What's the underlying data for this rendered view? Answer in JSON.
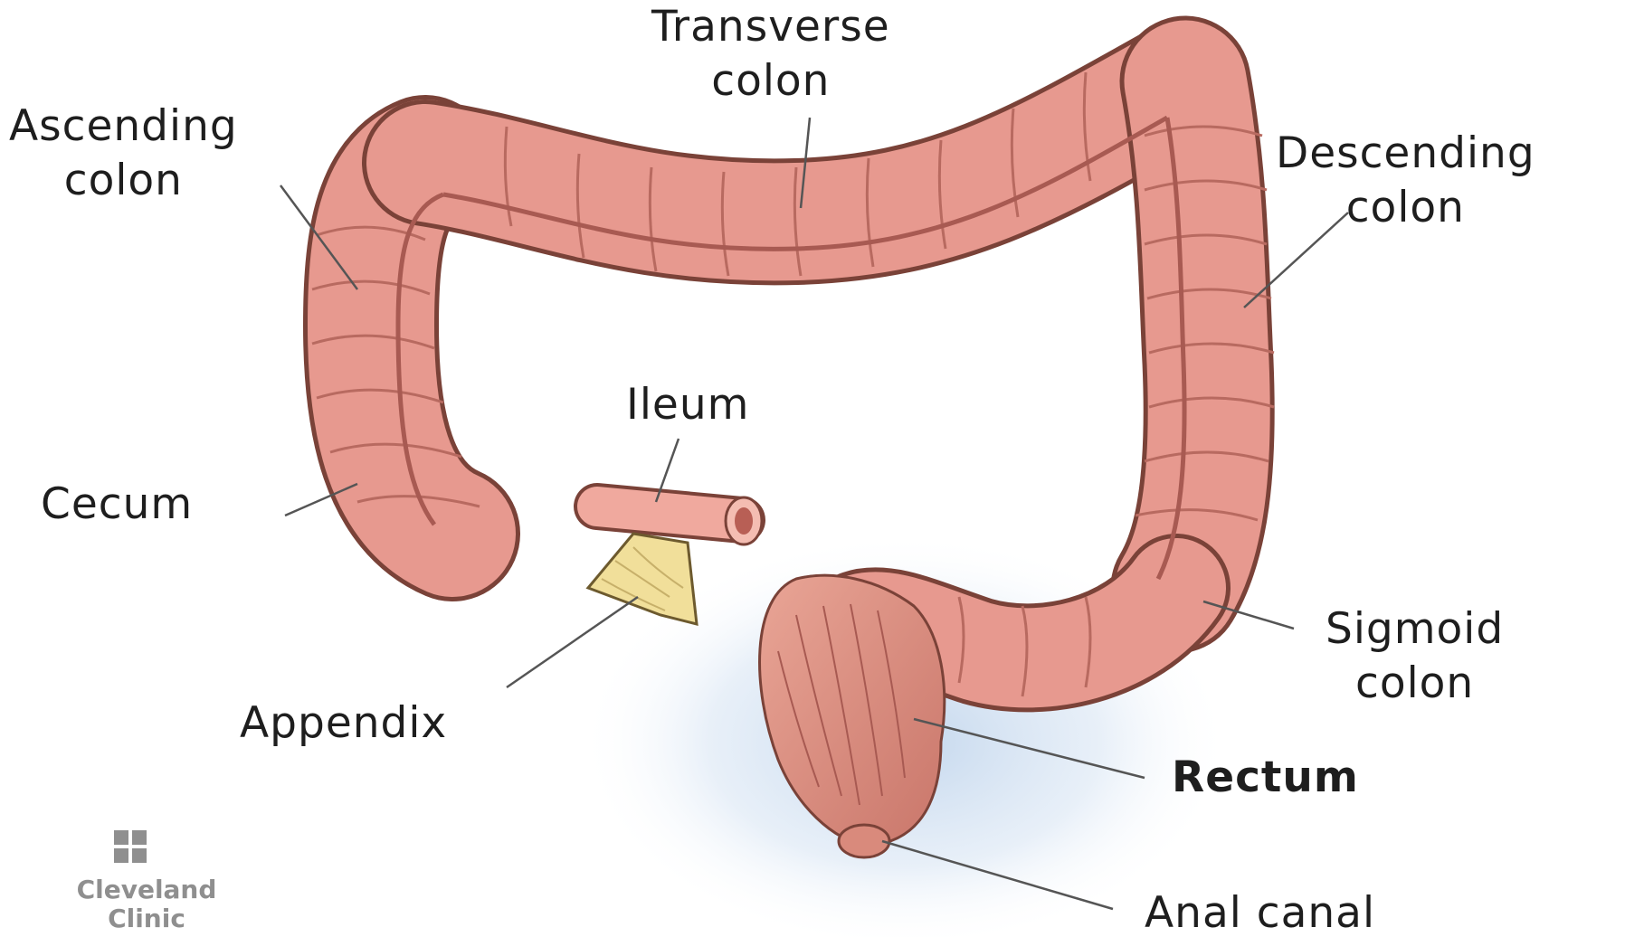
{
  "labels": {
    "transverse_colon": [
      "Transverse",
      "colon"
    ],
    "ascending_colon": [
      "Ascending",
      "colon"
    ],
    "descending_colon": [
      "Descending",
      "colon"
    ],
    "ileum": "Ileum",
    "cecum": "Cecum",
    "appendix": "Appendix",
    "sigmoid_colon": [
      "Sigmoid",
      "colon"
    ],
    "rectum": "Rectum",
    "anal_canal": "Anal canal"
  },
  "logo": {
    "line1": "Cleveland",
    "line2": "Clinic",
    "icon": "cleveland-clinic-cross-icon"
  },
  "colors": {
    "colon_fill": "#e7998f",
    "colon_shade": "#c9746a",
    "colon_highlight": "#f6c3b8",
    "appendix_fill": "#f1df9a",
    "rectum_fill": "#d98a7c",
    "shadow": "#c8daee",
    "label_text": "#1e1e1e",
    "leader_line": "#555555",
    "logo_gray": "#8f8f8f"
  }
}
